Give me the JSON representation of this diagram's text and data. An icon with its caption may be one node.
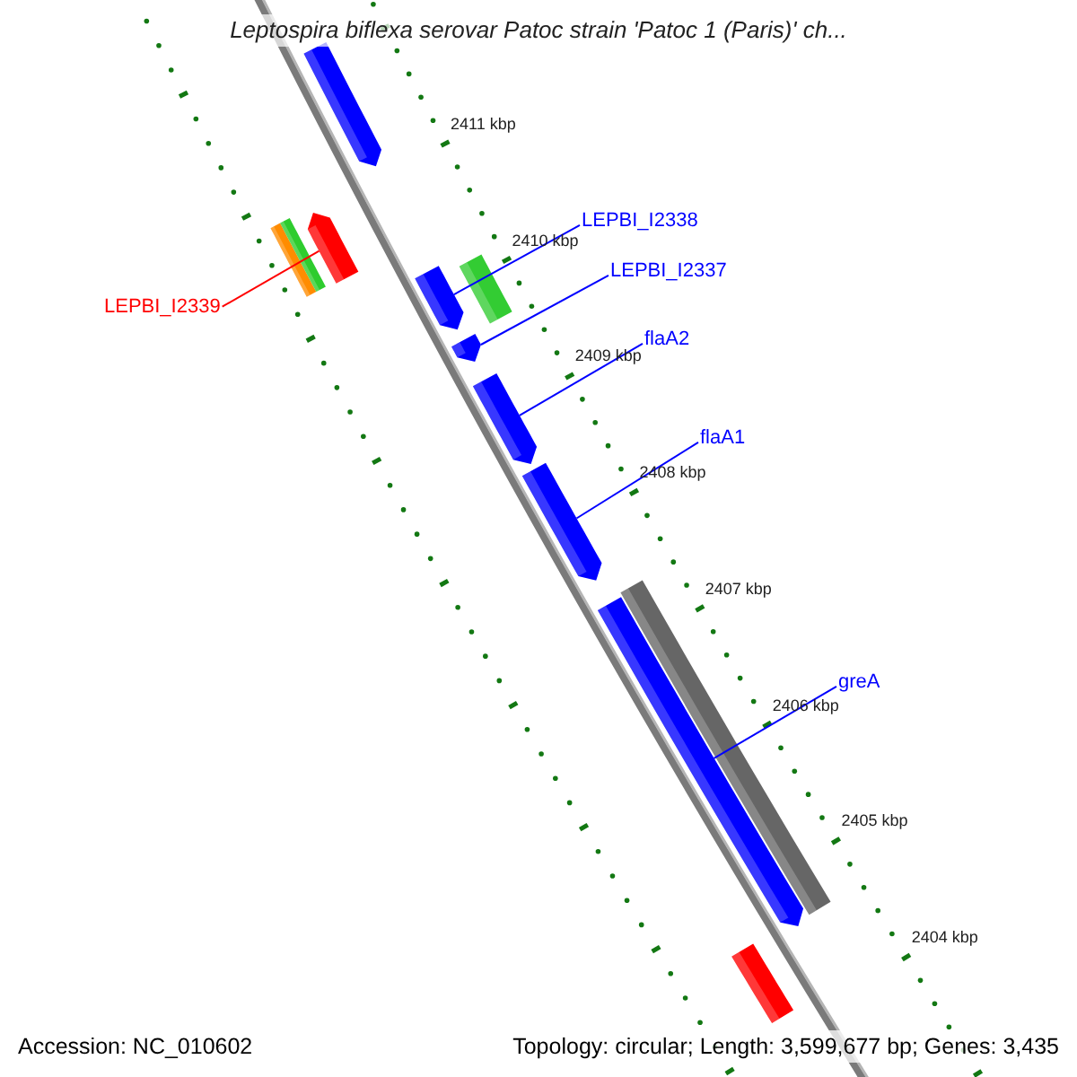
{
  "diagram": {
    "title": "Leptospira biflexa serovar Patoc strain 'Patoc 1 (Paris)' ch...",
    "nodes": [
      {
        "text": [
          "LEPBI_I2338"
        ]
      },
      {
        "text": [
          "LEPBI_I2337"
        ]
      },
      {
        "text": [
          "LEPBI_I2339"
        ]
      },
      {
        "text": [
          "flaA2"
        ]
      },
      {
        "text": [
          "flaA1"
        ]
      },
      {
        "text": [
          "greA"
        ]
      },
      {
        "text": [],
        "shape": "bar"
      },
      {
        "text": [],
        "shape": "bar"
      },
      {
        "text": [],
        "shape": "bar"
      },
      {
        "text": [],
        "shape": "bar"
      },
      {
        "text": [],
        "shape": "bar"
      },
      {
        "text": [],
        "shape": "bar"
      },
      {
        "text": [],
        "shape": "bar"
      },
      {
        "text": [],
        "shape": "bar"
      },
      {
        "text": [],
        "shape": "bar"
      },
      {
        "text": [],
        "shape": "bar"
      },
      {
        "text": [],
        "shape": "bar"
      },
      {
        "text": [],
        "shape": "bar"
      }
    ],
    "edges": [
      {
        "from": 0,
        "to": 11,
        "arrow": "none"
      },
      {
        "from": 1,
        "to": 12,
        "arrow": "none"
      },
      {
        "from": 2,
        "to": 9,
        "arrow": "none",
        "color": "#ff0000"
      },
      {
        "from": 3,
        "to": 13,
        "arrow": "none"
      },
      {
        "from": 4,
        "to": 14,
        "arrow": "none"
      },
      {
        "from": 5,
        "to": 16,
        "arrow": "none"
      }
    ],
    "labels": [
      "2411 kbp",
      "2410 kbp",
      "2409 kbp",
      "2408 kbp",
      "2407 kbp",
      "2406 kbp",
      "2405 kbp",
      "2404 kbp",
      "Accession: NC_010602",
      "Topology: circular; Length: 3,599,677 bp; Genes: 3,435"
    ]
  }
}
